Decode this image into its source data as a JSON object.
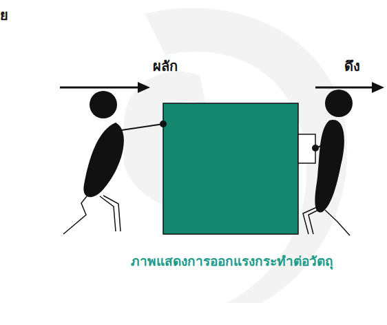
{
  "diagram": {
    "caption": "ภาพแสดงการออกแรงกระทำต่อวัตถุ",
    "labels": [
      "ย",
      "ผลัก",
      "ดึง"
    ]
  }
}
